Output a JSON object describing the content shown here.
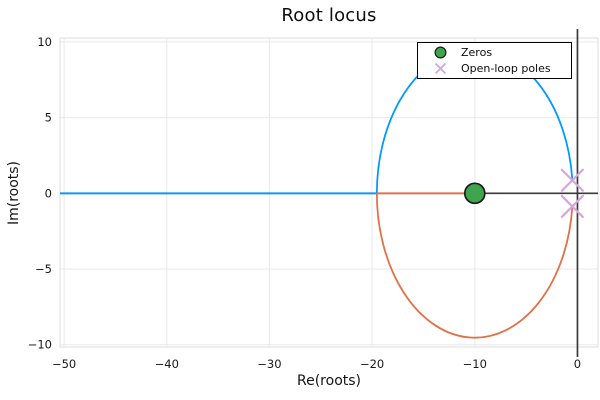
{
  "title": "Root locus",
  "chart_data": {
    "type": "line",
    "title": "Root locus",
    "xlabel": "Re(roots)",
    "ylabel": "Im(roots)",
    "xlim": [
      -50.4,
      2.0
    ],
    "ylim": [
      -10.15,
      10.26
    ],
    "grid": true,
    "x_ticks": [
      {
        "value": -50,
        "label": "−50"
      },
      {
        "value": -40,
        "label": "−40"
      },
      {
        "value": -30,
        "label": "−30"
      },
      {
        "value": -20,
        "label": "−20"
      },
      {
        "value": -10,
        "label": "−10"
      },
      {
        "value": 0,
        "label": "0"
      }
    ],
    "y_ticks": [
      {
        "value": 10,
        "label": "10"
      },
      {
        "value": 5,
        "label": "5"
      },
      {
        "value": 0,
        "label": "0"
      },
      {
        "value": -5,
        "label": "−5"
      },
      {
        "value": -10,
        "label": "−10"
      }
    ],
    "zero_lines": {
      "re": 0,
      "im": 0
    },
    "locus": {
      "circle": {
        "center_re": -10,
        "center_im": 0,
        "radius": 9.54
      },
      "break_in_re": -19.54,
      "branches": [
        {
          "name": "upper-branch",
          "color": "#009af9",
          "real_axis_from": -50.4,
          "real_axis_to": -19.54,
          "arc": "upper"
        },
        {
          "name": "lower-branch",
          "color": "#e36f47",
          "real_axis_from": -19.54,
          "real_axis_to": -9.7,
          "arc": "lower"
        }
      ]
    },
    "zeros": [
      {
        "re": -10,
        "im": 0
      }
    ],
    "poles": [
      {
        "re": -0.5,
        "im": 0.866
      },
      {
        "re": -0.5,
        "im": -0.866
      }
    ],
    "legend": {
      "position": "top-right",
      "entries": [
        {
          "label": "Zeros",
          "marker": "circle"
        },
        {
          "label": "Open-loop poles",
          "marker": "x"
        }
      ]
    },
    "colors": {
      "branch_upper": "#009af9",
      "branch_lower": "#e36f47",
      "zero_marker_fill": "#3ea44e",
      "zero_marker_edge": "#1c1c1c",
      "pole_marker": "#d9a3e3",
      "zero_line_axis": "#3a3a3a",
      "gridline": "#e9e9e9",
      "frame": "#dcdcdc",
      "tick_text": "#191919"
    }
  }
}
